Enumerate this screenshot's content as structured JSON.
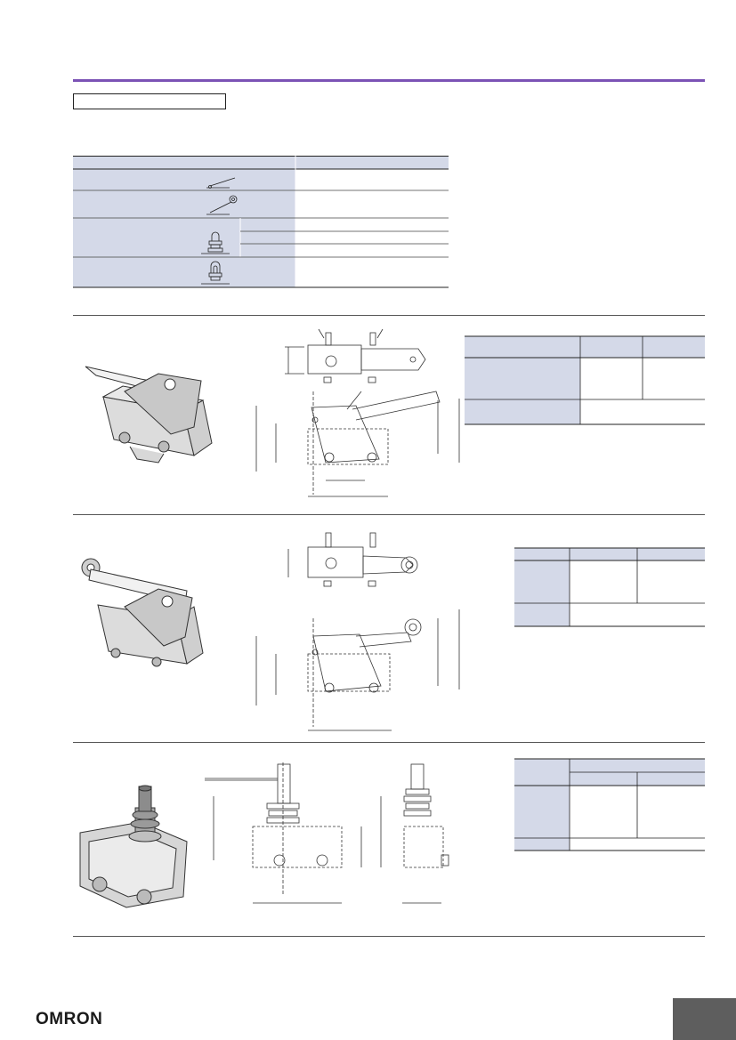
{
  "header": {
    "section_box_label": ""
  },
  "footer": {
    "brand_logo": "OMRON"
  },
  "colors": {
    "accent_rule": "#7b52b5",
    "table_fill": "#d4d9e8",
    "page_tab": "#5e5e5e"
  },
  "actuator_table": {
    "header_left": "",
    "header_right": ""
  },
  "sections": [
    {
      "id": "short-hinge-lever",
      "header_color": "#d4d9e8"
    },
    {
      "id": "hinge-roller-lever",
      "header_color": "#d4d9e8"
    },
    {
      "id": "panel-mount-plunger",
      "header_color": "#d4d9e8"
    }
  ]
}
